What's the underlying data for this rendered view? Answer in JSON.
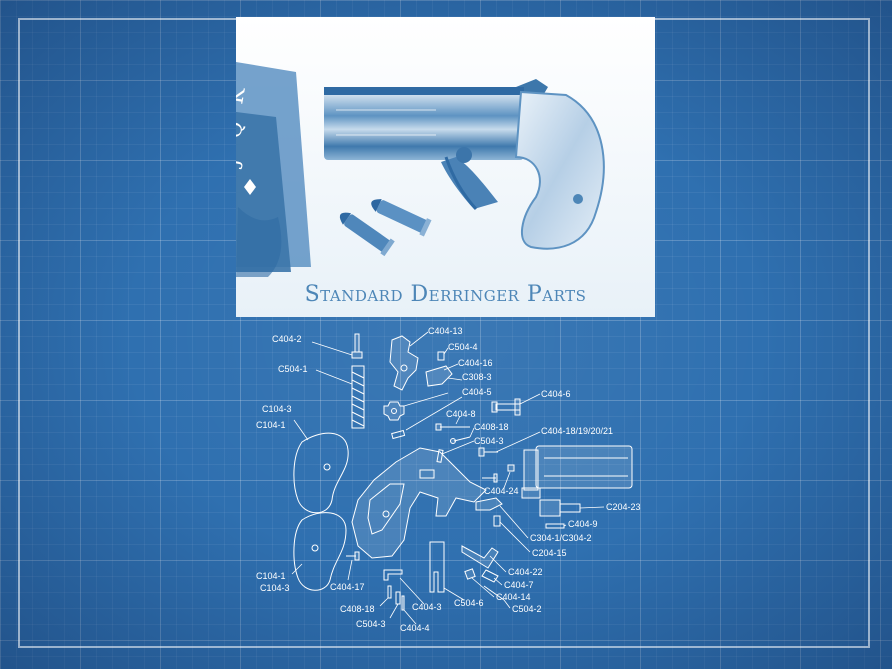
{
  "title": "Standard Derringer Parts",
  "card_letters": [
    "K",
    "Q",
    "J"
  ],
  "labels": {
    "c404_2": "C404-2",
    "c504_1": "C504-1",
    "c104_3_top": "C104-3",
    "c104_1_top": "C104-1",
    "c404_13": "C404-13",
    "c504_4": "C504-4",
    "c404_16": "C404-16",
    "c308_3": "C308-3",
    "c404_5": "C404-5",
    "c404_8": "C404-8",
    "c404_6": "C404-6",
    "c408_18_top": "C408-18",
    "c504_3_top": "C504-3",
    "c404_18_21": "C404-18/19/20/21",
    "c404_24": "C404-24",
    "c204_23": "C204-23",
    "c404_9": "C404-9",
    "c304_1_2": "C304-1/C304-2",
    "c204_15": "C204-15",
    "c404_22": "C404-22",
    "c404_7": "C404-7",
    "c404_14": "C404-14",
    "c504_2": "C504-2",
    "c504_6": "C504-6",
    "c104_1_bot": "C104-1",
    "c104_3_bot": "C104-3",
    "c404_17": "C404-17",
    "c408_18_bot": "C408-18",
    "c504_3_bot": "C504-3",
    "c404_3": "C404-3",
    "c404_4": "C404-4"
  },
  "colors": {
    "blueprint": "#2f70b0",
    "grid_line": "#ffffff",
    "photo_tint": "#4d86b7",
    "photo_bg": "#f4f8fc"
  }
}
